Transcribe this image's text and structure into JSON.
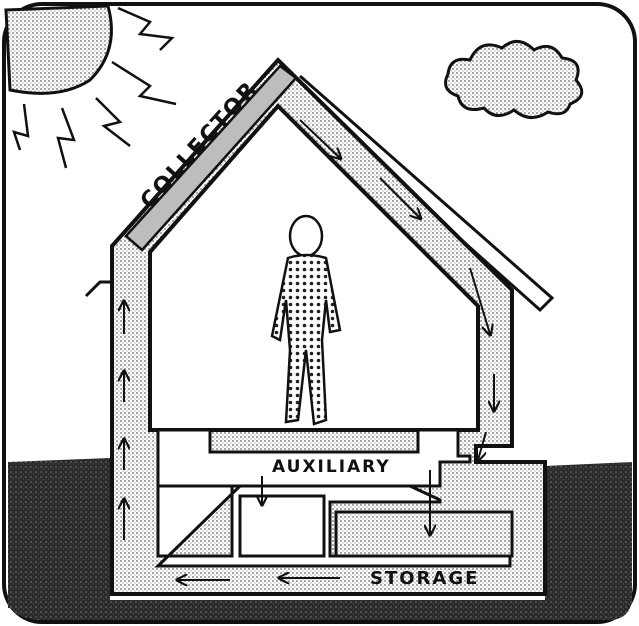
{
  "labels": {
    "collector": "COLLECTOR",
    "auxiliary": "AUXILIARY",
    "storage": "STORAGE"
  },
  "colors": {
    "ink": "#1a1a1a",
    "stipple": "#c9c9c9",
    "ground": "#3a3a3a",
    "paper": "#ffffff"
  },
  "icons": [
    "sun-icon",
    "cloud-icon",
    "person-icon",
    "flow-arrow-icon"
  ]
}
